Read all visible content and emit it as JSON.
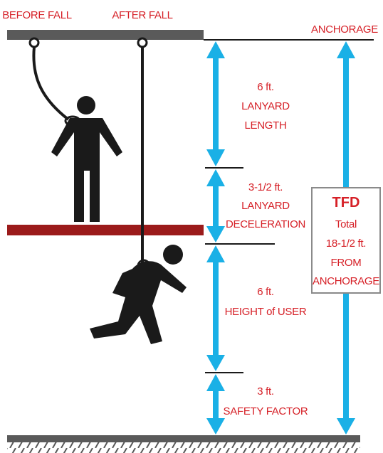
{
  "header": {
    "before_fall": "BEFORE FALL",
    "after_fall": "AFTER FALL",
    "anchorage": "ANCHORAGE"
  },
  "segments": [
    {
      "value": "6 ft.",
      "label": [
        "LANYARD",
        "LENGTH"
      ]
    },
    {
      "value": "3-1/2 ft.",
      "label": [
        "LANYARD",
        "DECELERATION"
      ]
    },
    {
      "value": "6 ft.",
      "label": [
        "HEIGHT of USER"
      ]
    },
    {
      "value": "3 ft.",
      "label": [
        "SAFETY FACTOR"
      ]
    }
  ],
  "tfd": {
    "title": "TFD",
    "lines": [
      "Total",
      "18-1/2 ft.",
      "FROM",
      "ANCHORAGE"
    ]
  },
  "colors": {
    "arrow": "#1ab0e6",
    "text": "#d62027",
    "beam": "#5a5a5a",
    "platform": "#9b1b1b",
    "figure": "#1a1a1a"
  },
  "icons": {
    "standing_worker": "person-standing-icon",
    "falling_worker": "person-falling-icon"
  }
}
